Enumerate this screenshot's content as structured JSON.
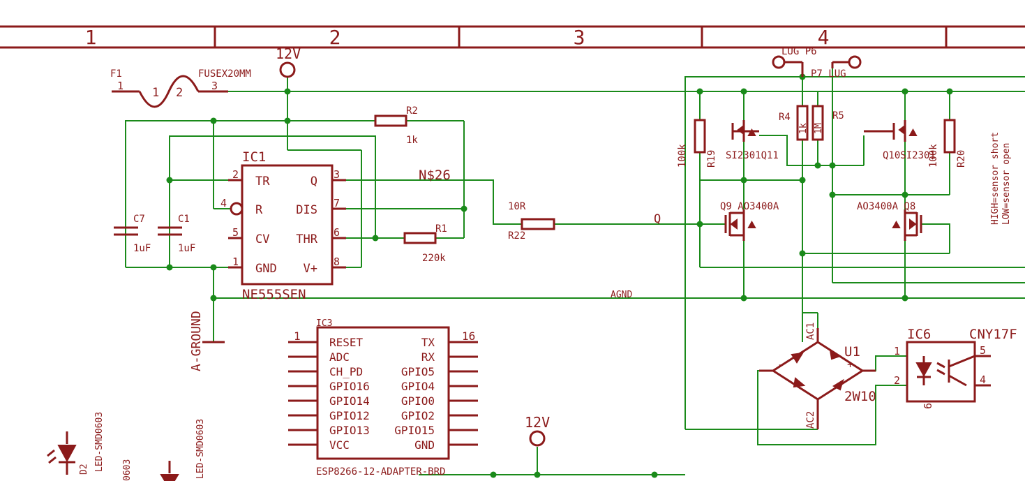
{
  "frame": {
    "columns": [
      "1",
      "2",
      "3",
      "4"
    ]
  },
  "fuse": {
    "ref": "F1",
    "value": "FUSEX20MM",
    "pins": [
      "1",
      "1",
      "2",
      "3"
    ]
  },
  "supplies": {
    "vcc_top": "12V",
    "vcc_bottom": "12V",
    "ground": "A-GROUND"
  },
  "ic1": {
    "ref": "IC1",
    "part": "NE555SEN",
    "left_pins": [
      {
        "num": "2",
        "name": "TR"
      },
      {
        "num": "4",
        "name": "R"
      },
      {
        "num": "5",
        "name": "CV"
      },
      {
        "num": "1",
        "name": "GND"
      }
    ],
    "right_pins": [
      {
        "num": "3",
        "name": "Q"
      },
      {
        "num": "7",
        "name": "DIS"
      },
      {
        "num": "6",
        "name": "THR"
      },
      {
        "num": "8",
        "name": "V+"
      }
    ]
  },
  "caps": [
    {
      "ref": "C7",
      "value": "1uF"
    },
    {
      "ref": "C1",
      "value": "1uF"
    }
  ],
  "resistors": {
    "r2": {
      "ref": "R2",
      "value": "1k"
    },
    "r1": {
      "ref": "R1",
      "value": "220k"
    },
    "r22": {
      "ref": "R22",
      "value": "10R"
    },
    "r4": {
      "ref": "R4",
      "value": "1k"
    },
    "r5": {
      "ref": "R5",
      "value": "1M"
    },
    "r19": {
      "ref": "R19",
      "value": "100k"
    },
    "r20": {
      "ref": "R20",
      "value": "100k"
    }
  },
  "nets": {
    "n26": "N$26",
    "q": "Q",
    "agnd": "AGND"
  },
  "connectors": {
    "p6": "LUG P6",
    "p7": "P7 LUG"
  },
  "mosfets": {
    "q11": "SI2301Q11",
    "q10": "Q10SI2301",
    "q9": "Q9 AO3400A",
    "q8": "AO3400A Q8"
  },
  "note": {
    "line1": "HIGH=sensor short",
    "line2": "LOW=sensor open"
  },
  "ic3": {
    "ref": "IC3",
    "part": "ESP8266-12-ADAPTER-BRD",
    "pin_first": "1",
    "pin_last": "16",
    "left": [
      "RESET",
      "ADC",
      "CH_PD",
      "GPIO16",
      "GPIO14",
      "GPIO12",
      "GPIO13",
      "VCC"
    ],
    "right": [
      "TX",
      "RX",
      "GPIO5",
      "GPIO4",
      "GPIO0",
      "GPIO2",
      "GPIO15",
      "GND"
    ]
  },
  "bridge": {
    "ref": "U1",
    "value": "2W10",
    "ac1": "AC1",
    "ac2": "AC2",
    "plus": "+",
    "minus": "-"
  },
  "ic6": {
    "ref": "IC6",
    "part": "CNY17F",
    "pins": [
      "1",
      "2",
      "5",
      "4",
      "6"
    ]
  },
  "leds": {
    "d2": "D2",
    "d2_pkg": "LED-SMD0603",
    "d_pkg2": "LED-SMD0603",
    "d_pkg3": "0603"
  }
}
